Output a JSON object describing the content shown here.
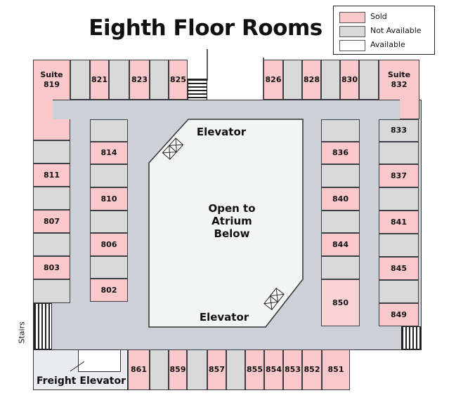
{
  "title": "Eighth Floor Rooms",
  "legend": [
    {
      "label": "Sold",
      "color": "#f9c8cb"
    },
    {
      "label": "Not Available",
      "color": "#d9d9d9"
    },
    {
      "label": "Available",
      "color": "#ffffff"
    }
  ],
  "labels": {
    "elevator_top": "Elevator",
    "elevator_bottom": "Elevator",
    "atrium": "Open to\nAtrium\nBelow",
    "stairs": "Stairs",
    "freight_elevator": "Freight Elevator"
  },
  "rooms": [
    {
      "label": "Suite\n819",
      "status": "sold"
    },
    {
      "label": "",
      "status": "na"
    },
    {
      "label": "821",
      "status": "sold"
    },
    {
      "label": "",
      "status": "na"
    },
    {
      "label": "823",
      "status": "sold"
    },
    {
      "label": "",
      "status": "na"
    },
    {
      "label": "825",
      "status": "sold"
    },
    {
      "label": "826",
      "status": "sold"
    },
    {
      "label": "",
      "status": "na"
    },
    {
      "label": "828",
      "status": "sold"
    },
    {
      "label": "",
      "status": "na"
    },
    {
      "label": "830",
      "status": "sold"
    },
    {
      "label": "",
      "status": "na"
    },
    {
      "label": "Suite\n832",
      "status": "sold"
    },
    {
      "label": "",
      "status": "na"
    },
    {
      "label": "811",
      "status": "sold"
    },
    {
      "label": "",
      "status": "na"
    },
    {
      "label": "807",
      "status": "sold"
    },
    {
      "label": "",
      "status": "na"
    },
    {
      "label": "803",
      "status": "sold"
    },
    {
      "label": "",
      "status": "na"
    },
    {
      "label": "",
      "status": "na"
    },
    {
      "label": "814",
      "status": "sold"
    },
    {
      "label": "",
      "status": "na"
    },
    {
      "label": "810",
      "status": "sold"
    },
    {
      "label": "",
      "status": "na"
    },
    {
      "label": "806",
      "status": "sold"
    },
    {
      "label": "",
      "status": "na"
    },
    {
      "label": "802",
      "status": "sold"
    },
    {
      "label": "",
      "status": "na"
    },
    {
      "label": "836",
      "status": "sold"
    },
    {
      "label": "",
      "status": "na"
    },
    {
      "label": "840",
      "status": "sold"
    },
    {
      "label": "",
      "status": "na"
    },
    {
      "label": "844",
      "status": "sold"
    },
    {
      "label": "",
      "status": "na"
    },
    {
      "label": "850",
      "status": "sold-light"
    },
    {
      "label": "833",
      "status": "na"
    },
    {
      "label": "",
      "status": "na"
    },
    {
      "label": "837",
      "status": "sold"
    },
    {
      "label": "",
      "status": "na"
    },
    {
      "label": "841",
      "status": "sold"
    },
    {
      "label": "",
      "status": "na"
    },
    {
      "label": "845",
      "status": "sold"
    },
    {
      "label": "",
      "status": "na"
    },
    {
      "label": "849",
      "status": "sold"
    },
    {
      "label": "861",
      "status": "sold"
    },
    {
      "label": "",
      "status": "na"
    },
    {
      "label": "859",
      "status": "sold"
    },
    {
      "label": "",
      "status": "na"
    },
    {
      "label": "857",
      "status": "sold"
    },
    {
      "label": "",
      "status": "na"
    },
    {
      "label": "855",
      "status": "sold"
    },
    {
      "label": "854",
      "status": "sold"
    },
    {
      "label": "853",
      "status": "sold"
    },
    {
      "label": "852",
      "status": "sold"
    },
    {
      "label": "851",
      "status": "sold"
    }
  ]
}
